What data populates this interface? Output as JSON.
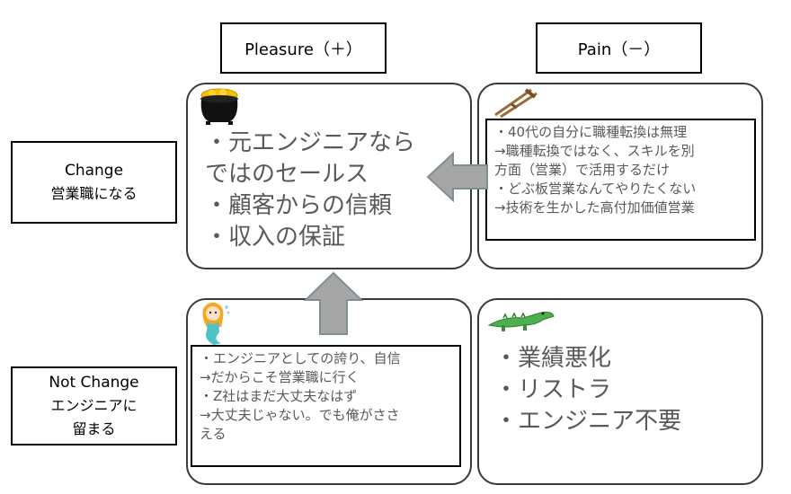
{
  "headers": {
    "pleasure": "Pleasure（＋）",
    "pain": "Pain（－）"
  },
  "rows": {
    "change": {
      "title": "Change",
      "subtitle": "営業職になる"
    },
    "not_change": {
      "title": "Not Change",
      "subtitle_1": "エンジニアに",
      "subtitle_2": "留まる"
    }
  },
  "cells": {
    "change_pleasure": {
      "icon": "pot-of-gold-icon",
      "lines": [
        "・元エンジニアなら",
        "ではのセールス",
        "・顧客からの信頼",
        "・収入の保証"
      ]
    },
    "change_pain": {
      "icon": "crutches-icon",
      "lines": [
        "・40代の自分に職種転換は無理",
        "→職種転換ではなく、スキルを別",
        "方面（営業）で活用するだけ",
        "・どぶ板営業なんてやりたくない",
        "→技術を生かした高付加価値営業"
      ]
    },
    "not_change_pleasure": {
      "icon": "mermaid-icon",
      "lines": [
        "・エンジニアとしての誇り、自信",
        "→だからこそ営業職に行く",
        "・Z社はまだ大丈夫なはず",
        "→大丈夫じゃない。でも俺がささ",
        "える"
      ]
    },
    "not_change_pain": {
      "icon": "crocodile-icon",
      "lines": [
        "・業績悪化",
        "・リストラ",
        "・エンジニア不要"
      ]
    }
  },
  "colors": {
    "arrow_fill": "#a6a6a6",
    "arrow_stroke": "#7f8f94",
    "body_text": "#595959"
  }
}
